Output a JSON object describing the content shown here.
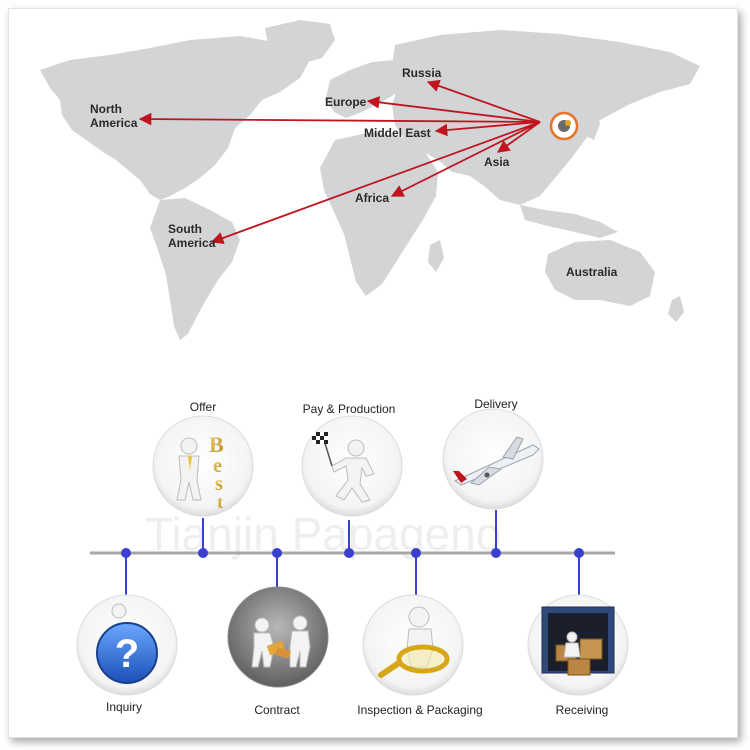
{
  "map": {
    "regions": [
      {
        "id": "russia",
        "label": "Russia"
      },
      {
        "id": "europe",
        "label": "Europe"
      },
      {
        "id": "north-america",
        "label": "North\nAmerica"
      },
      {
        "id": "middle-east",
        "label": "Middel East"
      },
      {
        "id": "asia",
        "label": "Asia"
      },
      {
        "id": "africa",
        "label": "Africa"
      },
      {
        "id": "south-america",
        "label": "South\nAmerica"
      },
      {
        "id": "australia",
        "label": "Australia"
      }
    ],
    "arrow_color": "#c0151f"
  },
  "process": {
    "watermark": "Tianjin Papageno",
    "line_color": "#3b3fd0",
    "steps_top": [
      {
        "id": "offer",
        "label": "Offer",
        "icon": "best-text-figure-icon"
      },
      {
        "id": "pay-production",
        "label": "Pay & Production",
        "icon": "checkered-flag-runner-icon"
      },
      {
        "id": "delivery",
        "label": "Delivery",
        "icon": "airplane-icon"
      }
    ],
    "steps_bottom": [
      {
        "id": "inquiry",
        "label": "Inquiry",
        "icon": "question-mark-icon"
      },
      {
        "id": "contract",
        "label": "Contract",
        "icon": "handshake-figures-icon"
      },
      {
        "id": "inspection",
        "label": "Inspection & Packaging",
        "icon": "magnifier-figure-icon"
      },
      {
        "id": "receiving",
        "label": "Receiving",
        "icon": "container-boxes-icon"
      }
    ]
  }
}
